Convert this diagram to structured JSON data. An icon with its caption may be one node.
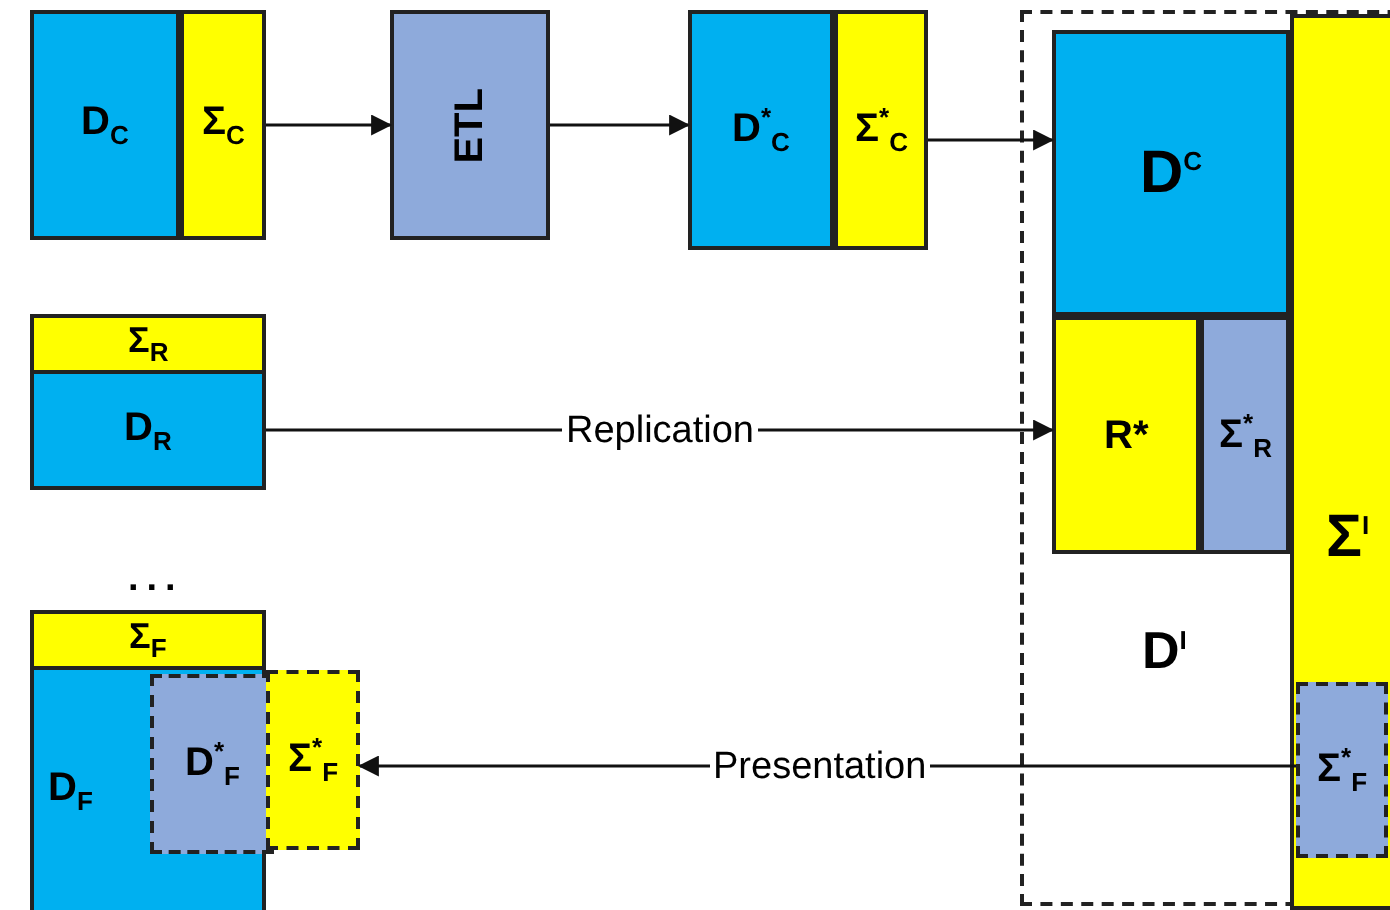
{
  "diagram": {
    "nodes": [
      {
        "text": [
          "D$_{C}$"
        ]
      },
      {
        "text": [
          "Σ$_{C}$"
        ]
      },
      {
        "text": [
          "ETL"
        ]
      },
      {
        "text": [
          "D$^{*}$$_{C}$"
        ]
      },
      {
        "text": [
          "Σ$^{*}$$_{C}$"
        ]
      },
      {
        "text": [
          "D$^{I}$"
        ]
      },
      {
        "text": [
          "D$^{C}$"
        ],
        "in": 5
      },
      {
        "text": [
          "R*"
        ],
        "in": 5
      },
      {
        "text": [
          "Σ$^{*}$$_{R}$"
        ],
        "in": 5
      },
      {
        "text": [
          "Σ$^{I}$"
        ],
        "in": 5
      },
      {
        "text": [
          "Σ$^{*}$$_{F}$"
        ],
        "in": 9
      },
      {
        "text": [
          "Σ$_{R}$"
        ]
      },
      {
        "text": [
          "D$_{R}$"
        ]
      },
      {
        "text": [
          "Σ$_{F}$"
        ]
      },
      {
        "text": [
          "D$_{F}$"
        ]
      },
      {
        "text": [
          "D$^{*}$$_{F}$"
        ],
        "in": 14
      },
      {
        "text": [
          "Σ$^{*}$$_{F}$"
        ]
      }
    ],
    "edges": [
      {
        "from": 1,
        "to": 2,
        "arrow": "to"
      },
      {
        "from": 2,
        "to": 3,
        "arrow": "to"
      },
      {
        "from": 4,
        "to": 6,
        "arrow": "to"
      },
      {
        "from": 12,
        "to": 7,
        "label": "Replication",
        "arrow": "to"
      },
      {
        "from": 10,
        "to": 16,
        "label": "Presentation",
        "arrow": "to"
      }
    ],
    "labels": [
      "..."
    ]
  }
}
